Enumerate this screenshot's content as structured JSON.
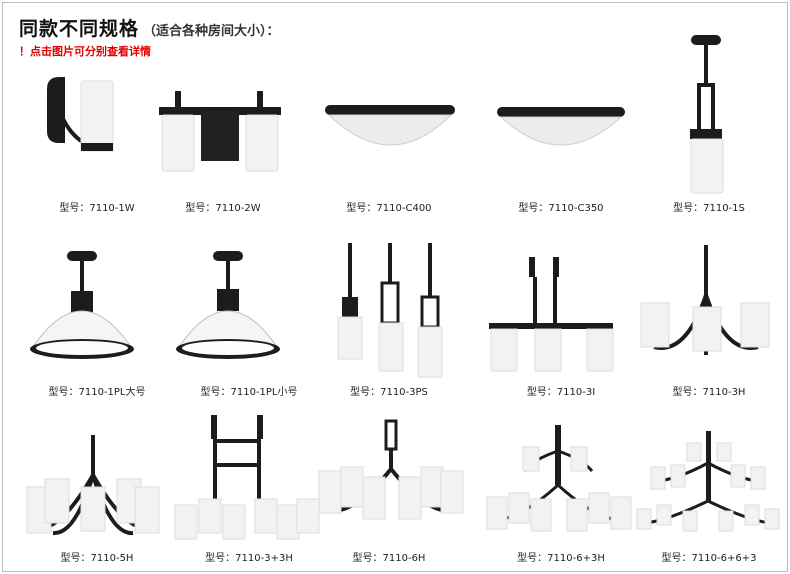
{
  "header": {
    "title": "同款不同规格",
    "subtitle": "（适合各种房间大小）：",
    "notice": "！点击图片可分别查看详情"
  },
  "products": [
    {
      "model": "型号：7110-1W"
    },
    {
      "model": "型号：7110-2W"
    },
    {
      "model": "型号：7110-C400"
    },
    {
      "model": "型号：7110-C350"
    },
    {
      "model": "型号：7110-1S"
    },
    {
      "model": "型号：7110-1PL大号"
    },
    {
      "model": "型号：7110-1PL小号"
    },
    {
      "model": "型号：7110-3PS"
    },
    {
      "model": "型号：7110-3I"
    },
    {
      "model": "型号：7110-3H"
    },
    {
      "model": "型号：7110-5H"
    },
    {
      "model": "型号：7110-3+3H"
    },
    {
      "model": "型号：7110-6H"
    },
    {
      "model": "型号：7110-6+3H"
    },
    {
      "model": "型号：7110-6+6+3"
    }
  ]
}
